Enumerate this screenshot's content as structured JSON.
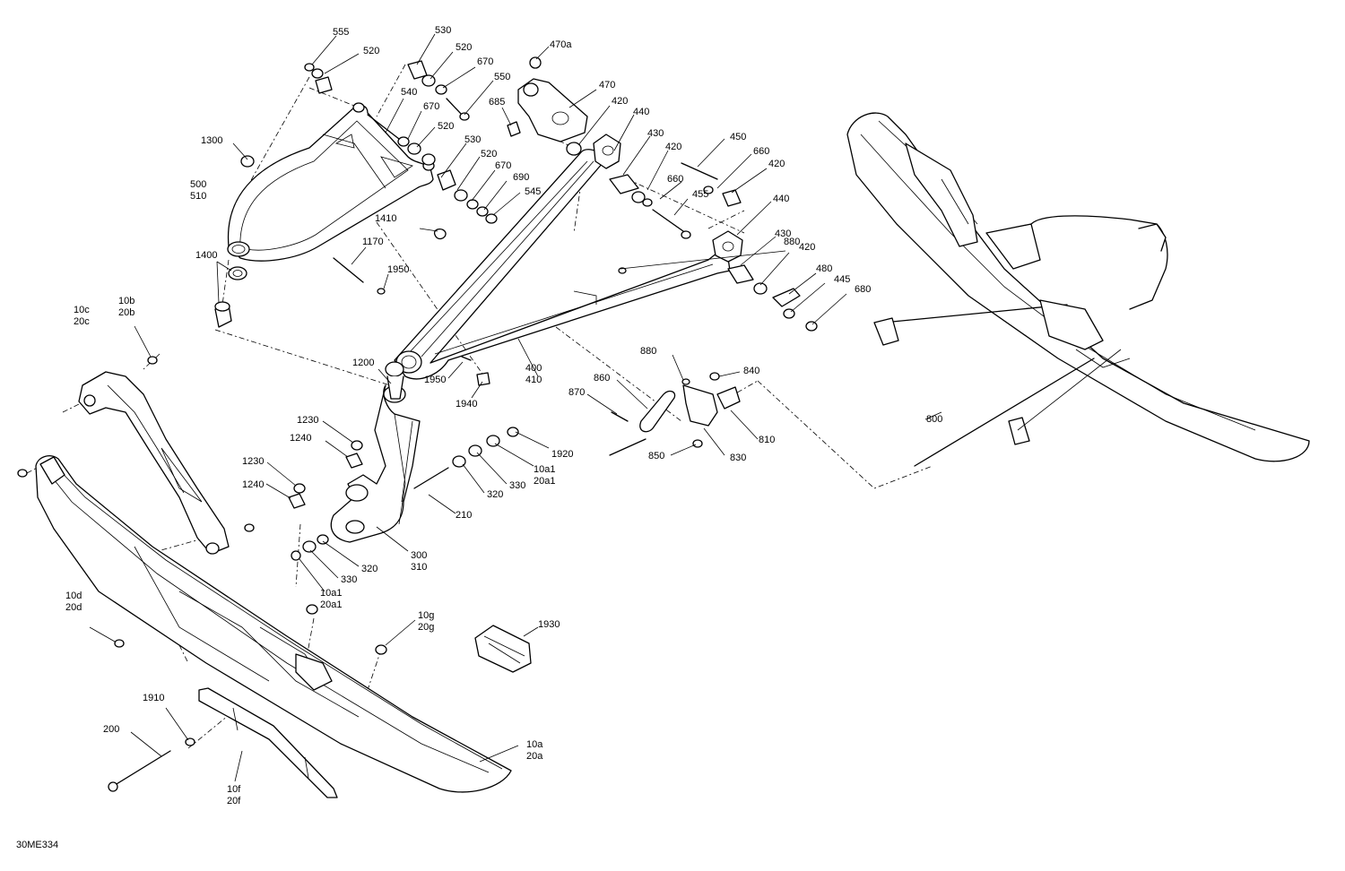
{
  "diagram": {
    "drawing_code": "30ME334",
    "callouts": [
      {
        "id": "c555",
        "lines": [
          "555"
        ]
      },
      {
        "id": "c520a",
        "lines": [
          "520"
        ]
      },
      {
        "id": "c530a",
        "lines": [
          "530"
        ]
      },
      {
        "id": "c520b",
        "lines": [
          "520"
        ]
      },
      {
        "id": "c670a",
        "lines": [
          "670"
        ]
      },
      {
        "id": "c550",
        "lines": [
          "550"
        ]
      },
      {
        "id": "c470a",
        "lines": [
          "470a"
        ]
      },
      {
        "id": "c470",
        "lines": [
          "470"
        ]
      },
      {
        "id": "c540",
        "lines": [
          "540"
        ]
      },
      {
        "id": "c670b",
        "lines": [
          "670"
        ]
      },
      {
        "id": "c520c",
        "lines": [
          "520"
        ]
      },
      {
        "id": "c685",
        "lines": [
          "685"
        ]
      },
      {
        "id": "c420a",
        "lines": [
          "420"
        ]
      },
      {
        "id": "c440a",
        "lines": [
          "440"
        ]
      },
      {
        "id": "c1300",
        "lines": [
          "1300"
        ]
      },
      {
        "id": "c530b",
        "lines": [
          "530"
        ]
      },
      {
        "id": "c430a",
        "lines": [
          "430"
        ]
      },
      {
        "id": "c420b",
        "lines": [
          "420"
        ]
      },
      {
        "id": "c450",
        "lines": [
          "450"
        ]
      },
      {
        "id": "c660a",
        "lines": [
          "660"
        ]
      },
      {
        "id": "c420c",
        "lines": [
          "420"
        ]
      },
      {
        "id": "c520d",
        "lines": [
          "520"
        ]
      },
      {
        "id": "c670c",
        "lines": [
          "670"
        ]
      },
      {
        "id": "c500",
        "lines": [
          "500",
          "510"
        ]
      },
      {
        "id": "c690",
        "lines": [
          "690"
        ]
      },
      {
        "id": "c660b",
        "lines": [
          "660"
        ]
      },
      {
        "id": "c545",
        "lines": [
          "545"
        ]
      },
      {
        "id": "c455",
        "lines": [
          "455"
        ]
      },
      {
        "id": "c440b",
        "lines": [
          "440"
        ]
      },
      {
        "id": "c1410",
        "lines": [
          "1410"
        ]
      },
      {
        "id": "c430b",
        "lines": [
          "430"
        ]
      },
      {
        "id": "c880a",
        "lines": [
          "880"
        ]
      },
      {
        "id": "c1170",
        "lines": [
          "1170"
        ]
      },
      {
        "id": "c1400",
        "lines": [
          "1400"
        ]
      },
      {
        "id": "c420d",
        "lines": [
          "420"
        ]
      },
      {
        "id": "c1950a",
        "lines": [
          "1950"
        ]
      },
      {
        "id": "c480",
        "lines": [
          "480"
        ]
      },
      {
        "id": "c445",
        "lines": [
          "445"
        ]
      },
      {
        "id": "c680",
        "lines": [
          "680"
        ]
      },
      {
        "id": "c10c",
        "lines": [
          "10c",
          "20c"
        ]
      },
      {
        "id": "c10b",
        "lines": [
          "10b",
          "20b"
        ]
      },
      {
        "id": "c880b",
        "lines": [
          "880"
        ]
      },
      {
        "id": "c1200",
        "lines": [
          "1200"
        ]
      },
      {
        "id": "c400",
        "lines": [
          "400",
          "410"
        ]
      },
      {
        "id": "c1950b",
        "lines": [
          "1950"
        ]
      },
      {
        "id": "c840",
        "lines": [
          "840"
        ]
      },
      {
        "id": "c860",
        "lines": [
          "860"
        ]
      },
      {
        "id": "c870",
        "lines": [
          "870"
        ]
      },
      {
        "id": "c1940",
        "lines": [
          "1940"
        ]
      },
      {
        "id": "c1230a",
        "lines": [
          "1230"
        ]
      },
      {
        "id": "c800",
        "lines": [
          "800"
        ]
      },
      {
        "id": "c810",
        "lines": [
          "810"
        ]
      },
      {
        "id": "c1240a",
        "lines": [
          "1240"
        ]
      },
      {
        "id": "c1920",
        "lines": [
          "1920"
        ]
      },
      {
        "id": "c850",
        "lines": [
          "850"
        ]
      },
      {
        "id": "c830",
        "lines": [
          "830"
        ]
      },
      {
        "id": "c10a1a",
        "lines": [
          "10a1",
          "20a1"
        ]
      },
      {
        "id": "c1230b",
        "lines": [
          "1230"
        ]
      },
      {
        "id": "c330a",
        "lines": [
          "330"
        ]
      },
      {
        "id": "c1240b",
        "lines": [
          "1240"
        ]
      },
      {
        "id": "c320a",
        "lines": [
          "320"
        ]
      },
      {
        "id": "c210",
        "lines": [
          "210"
        ]
      },
      {
        "id": "c300",
        "lines": [
          "300",
          "310"
        ]
      },
      {
        "id": "c320b",
        "lines": [
          "320"
        ]
      },
      {
        "id": "c330b",
        "lines": [
          "330"
        ]
      },
      {
        "id": "c10a1b",
        "lines": [
          "10a1",
          "20a1"
        ]
      },
      {
        "id": "c10d",
        "lines": [
          "10d",
          "20d"
        ]
      },
      {
        "id": "c10g",
        "lines": [
          "10g",
          "20g"
        ]
      },
      {
        "id": "c1930",
        "lines": [
          "1930"
        ]
      },
      {
        "id": "c1910",
        "lines": [
          "1910"
        ]
      },
      {
        "id": "c200",
        "lines": [
          "200"
        ]
      },
      {
        "id": "c10a",
        "lines": [
          "10a",
          "20a"
        ]
      },
      {
        "id": "c10f",
        "lines": [
          "10f",
          "20f"
        ]
      }
    ]
  }
}
